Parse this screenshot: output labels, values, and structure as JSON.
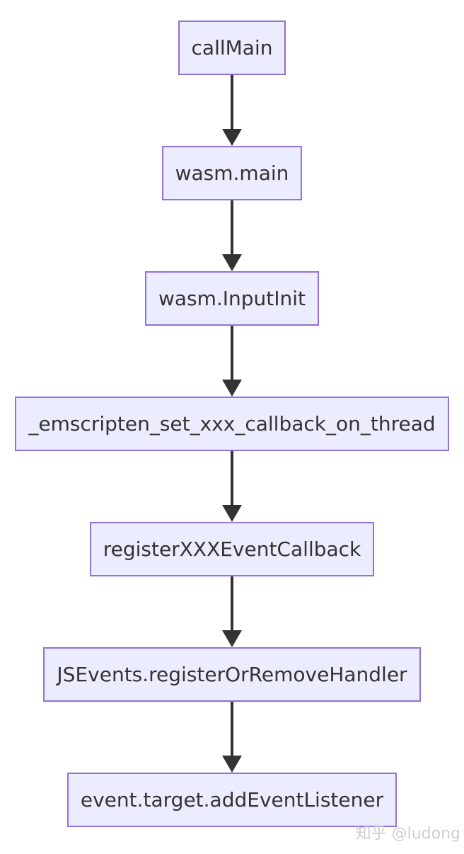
{
  "diagram": {
    "type": "flowchart",
    "direction": "top-down",
    "nodes": [
      {
        "label": "callMain"
      },
      {
        "label": "wasm.main"
      },
      {
        "label": "wasm.InputInit"
      },
      {
        "label": "_emscripten_set_xxx_callback_on_thread"
      },
      {
        "label": "registerXXXEventCallback"
      },
      {
        "label": "JSEvents.registerOrRemoveHandler"
      },
      {
        "label": "event.target.addEventListener"
      }
    ],
    "edges": [
      {
        "from": "callMain",
        "to": "wasm.main"
      },
      {
        "from": "wasm.main",
        "to": "wasm.InputInit"
      },
      {
        "from": "wasm.InputInit",
        "to": "_emscripten_set_xxx_callback_on_thread"
      },
      {
        "from": "_emscripten_set_xxx_callback_on_thread",
        "to": "registerXXXEventCallback"
      },
      {
        "from": "registerXXXEventCallback",
        "to": "JSEvents.registerOrRemoveHandler"
      },
      {
        "from": "JSEvents.registerOrRemoveHandler",
        "to": "event.target.addEventListener"
      }
    ]
  },
  "watermark": {
    "text": "知乎 @ludong"
  },
  "colors": {
    "background": "#FFFFFF",
    "node_fill": "#ECECFF",
    "node_border": "#9370DB",
    "node_text": "#333333",
    "arrow": "#333333",
    "watermark": "#C9C9C9"
  }
}
